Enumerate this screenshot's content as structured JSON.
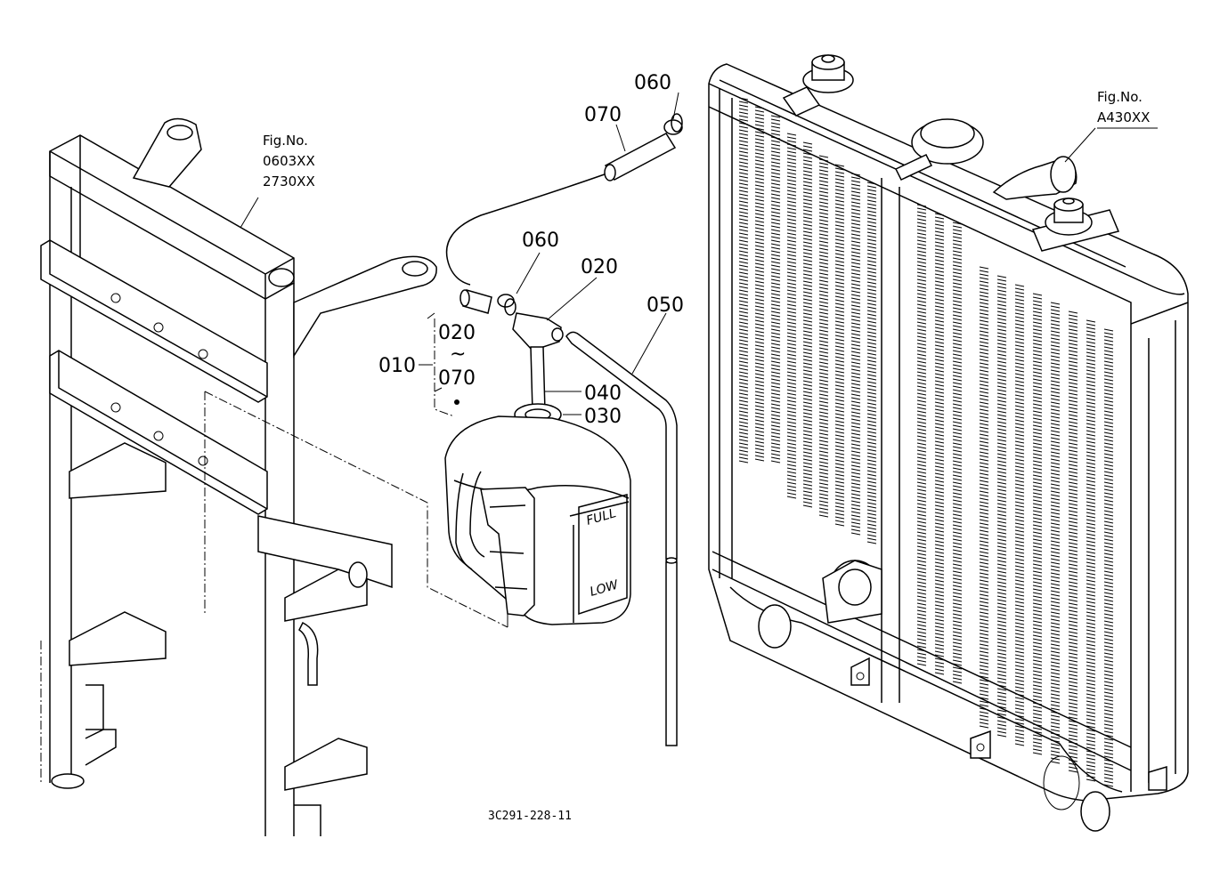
{
  "parts": {
    "p010": "010",
    "p020_range_start": "020",
    "range_tilde": "~",
    "p070_range_end": "070",
    "p020": "020",
    "p030": "030",
    "p040": "040",
    "p050": "050",
    "p060_upper": "060",
    "p060_lower": "060",
    "p070": "070"
  },
  "figure_refs": {
    "left": {
      "heading": "Fig.No.",
      "line1": "0603XX",
      "line2": "2730XX"
    },
    "right": {
      "heading": "Fig.No.",
      "line1": "A430XX"
    }
  },
  "tank": {
    "full_mark": "FULL",
    "low_mark": "LOW"
  },
  "drawing_code": "3C291-228-11"
}
